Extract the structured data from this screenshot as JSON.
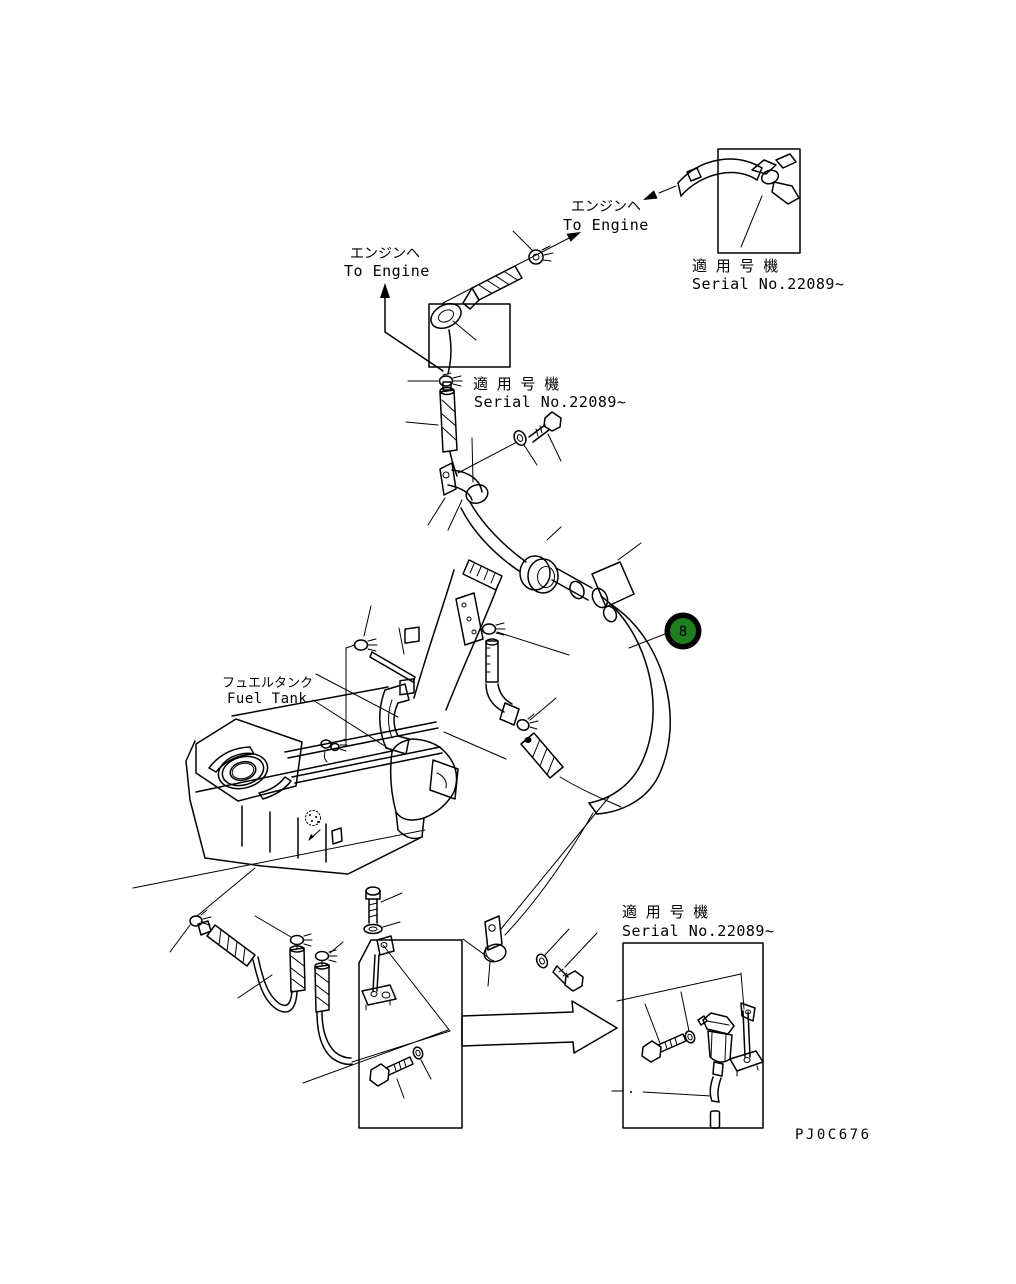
{
  "figure": {
    "code": "PJ0C676"
  },
  "colors": {
    "background": "#ffffff",
    "line": "#000000",
    "callout_green": "#1e7e1e",
    "callout_ring": "#000000",
    "callout_text": "#ffffff"
  },
  "callout": {
    "number": "8"
  },
  "labels": {
    "engine_top": {
      "jp": "エンジンヘ",
      "en": "To Engine"
    },
    "engine_mid": {
      "jp": "エンジンヘ",
      "en": "To Engine"
    },
    "fuel_tank": {
      "jp": "フュエルタンク",
      "en": "Fuel Tank"
    },
    "serial_top_right": {
      "jp": "適 用 号 機",
      "en": "Serial No.22089~"
    },
    "serial_mid": {
      "jp": "適 用 号 機",
      "en": "Serial No.22089~"
    },
    "serial_bottom_right": {
      "jp": "適 用 号 機",
      "en": "Serial No.22089~"
    }
  }
}
